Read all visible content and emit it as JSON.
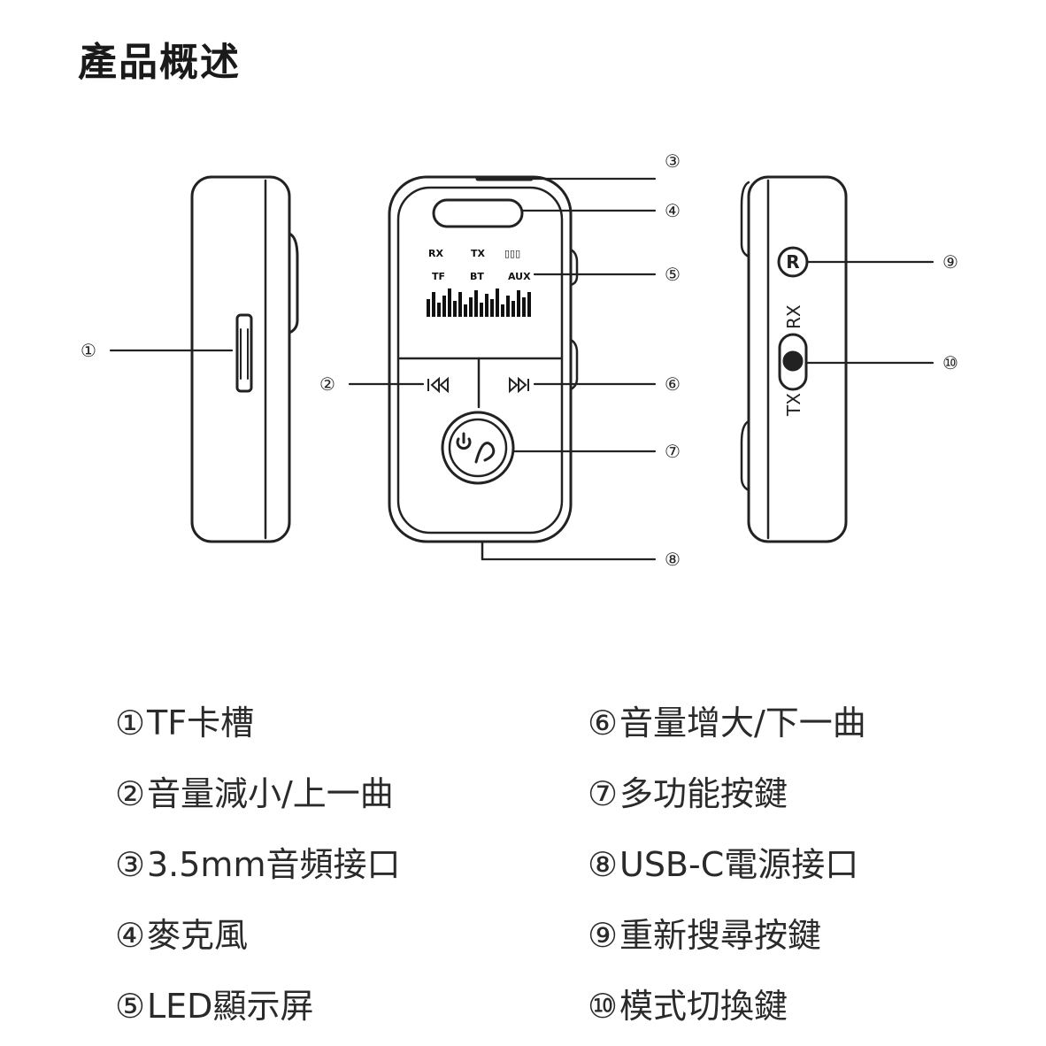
{
  "title": "產品概述",
  "screen": {
    "row1": [
      "RX",
      "TX",
      "▯▯▯"
    ],
    "row2": [
      "TF",
      "BT",
      "AUX"
    ]
  },
  "side_labels": {
    "rx": "RX",
    "tx": "TX",
    "r_button": "R"
  },
  "callouts": [
    "①",
    "②",
    "③",
    "④",
    "⑤",
    "⑥",
    "⑦",
    "⑧",
    "⑨",
    "⑩"
  ],
  "legend_left": [
    {
      "num": "①",
      "text": "TF卡槽"
    },
    {
      "num": "②",
      "text": "音量減小/上一曲"
    },
    {
      "num": "③",
      "text": "3.5mm音頻接口"
    },
    {
      "num": "④",
      "text": "麥克風"
    },
    {
      "num": "⑤",
      "text": "LED顯示屏"
    }
  ],
  "legend_right": [
    {
      "num": "⑥",
      "text": "音量增大/下一曲"
    },
    {
      "num": "⑦",
      "text": "多功能按鍵"
    },
    {
      "num": "⑧",
      "text": "USB-C電源接口"
    },
    {
      "num": "⑨",
      "text": "重新搜尋按鍵"
    },
    {
      "num": "⑩",
      "text": "模式切換鍵"
    }
  ]
}
